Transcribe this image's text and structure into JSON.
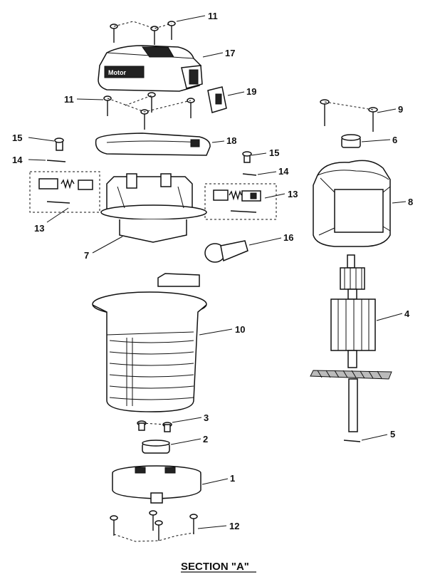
{
  "diagram": {
    "section_title": "SECTION \"A\"",
    "callouts": {
      "c11a": "11",
      "c17": "17",
      "c11b": "11",
      "c19": "19",
      "c9": "9",
      "c15a": "15",
      "c18": "18",
      "c6": "6",
      "c14a": "14",
      "c15b": "15",
      "c14b": "14",
      "c8": "8",
      "c13a": "13",
      "c13b": "13",
      "c7": "7",
      "c16": "16",
      "c4": "4",
      "c10": "10",
      "c3": "3",
      "c2": "2",
      "c5": "5",
      "c1": "1",
      "c12": "12"
    },
    "motor_label_text": "Motor"
  }
}
